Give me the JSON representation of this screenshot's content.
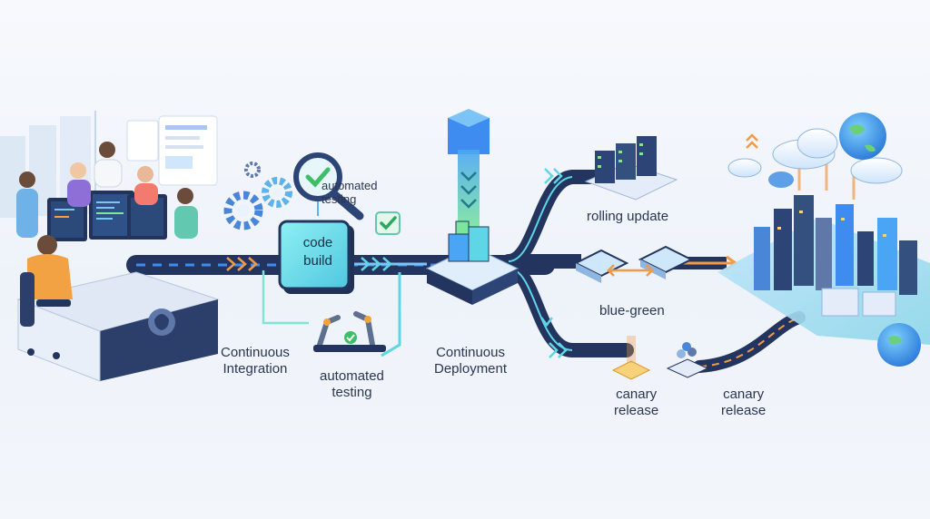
{
  "labels": {
    "code_build_line1": "code",
    "code_build_line2": "build",
    "automated_testing_top_line1": "automated",
    "automated_testing_top_line2": "testing",
    "continuous_integration_line1": "Continuous",
    "continuous_integration_line2": "Integration",
    "automated_testing_bottom_line1": "automated",
    "automated_testing_bottom_line2": "testing",
    "continuous_deployment_line1": "Continuous",
    "continuous_deployment_line2": "Deployment",
    "rolling_update": "rolling update",
    "blue_green": "blue-green",
    "canary_release_1_line1": "canary",
    "canary_release_1_line2": "release",
    "canary_release_2_line1": "canary",
    "canary_release_2_line2": "release"
  },
  "colors": {
    "pipeline_dark": "#23355f",
    "accent_blue": "#3f8cf0",
    "accent_cyan": "#5fd6e6",
    "accent_green": "#7be08a",
    "flow_orange": "#f29a45",
    "shirt_orange": "#f2a243"
  },
  "icons": {
    "repo": "github-icon",
    "check": "checkmark-icon",
    "search": "magnifier-icon",
    "gears": "gear-icon",
    "cloud": "cloud-icon",
    "globe": "globe-icon"
  }
}
